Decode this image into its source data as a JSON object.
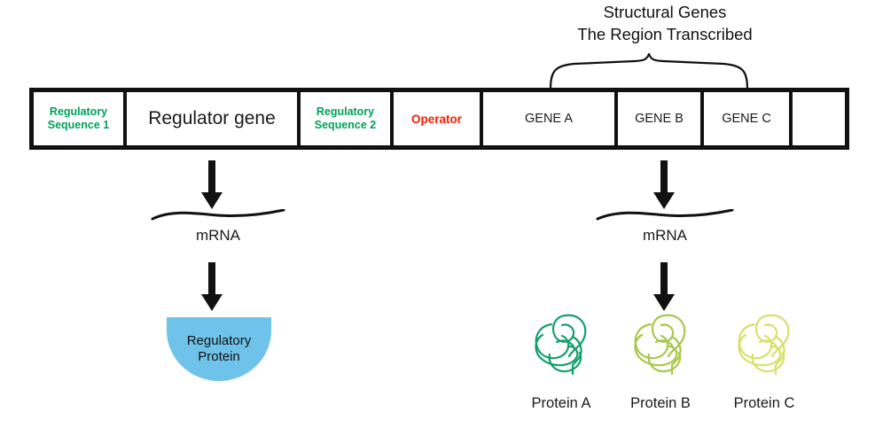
{
  "diagram": {
    "title_lines": [
      "Structural Genes",
      "The Region Transcribed"
    ],
    "title_line_1": "Structural Genes",
    "title_line_2": "The Region Transcribed"
  },
  "gene_bar": {
    "segments": [
      {
        "id": "regulatory-sequence-1",
        "label": "Regulatory Sequence 1",
        "line1": "Regulatory",
        "line2": "Sequence 1",
        "color": "#00a05a",
        "style": "green-bold"
      },
      {
        "id": "regulator-gene",
        "label": "Regulator gene",
        "color": "#1a1a1a",
        "style": "plain-large"
      },
      {
        "id": "regulatory-sequence-2",
        "label": "Regulatory Sequence 2",
        "line1": "Regulatory",
        "line2": "Sequence 2",
        "color": "#00a05a",
        "style": "green-bold"
      },
      {
        "id": "operator",
        "label": "Operator",
        "color": "#ff1a00",
        "style": "red-bold"
      },
      {
        "id": "gene-a",
        "label": "GENE A",
        "color": "#1a1a1a",
        "style": "plain"
      },
      {
        "id": "gene-b",
        "label": "GENE B",
        "color": "#1a1a1a",
        "style": "plain"
      },
      {
        "id": "gene-c",
        "label": "GENE C",
        "color": "#1a1a1a",
        "style": "plain"
      },
      {
        "id": "empty-segment",
        "label": "",
        "color": "#1a1a1a",
        "style": "empty"
      }
    ]
  },
  "transcription": {
    "left": {
      "mrna_label": "mRNA"
    },
    "right": {
      "mrna_label": "mRNA"
    }
  },
  "products": {
    "regulatory_protein": {
      "line1": "Regulatory",
      "line2": "Protein",
      "color": "#6fc3ea"
    },
    "proteins": [
      {
        "name": "Protein A",
        "color": "#13a06a"
      },
      {
        "name": "Protein B",
        "color": "#a8c84a"
      },
      {
        "name": "Protein C",
        "color": "#d8e06a"
      }
    ]
  }
}
